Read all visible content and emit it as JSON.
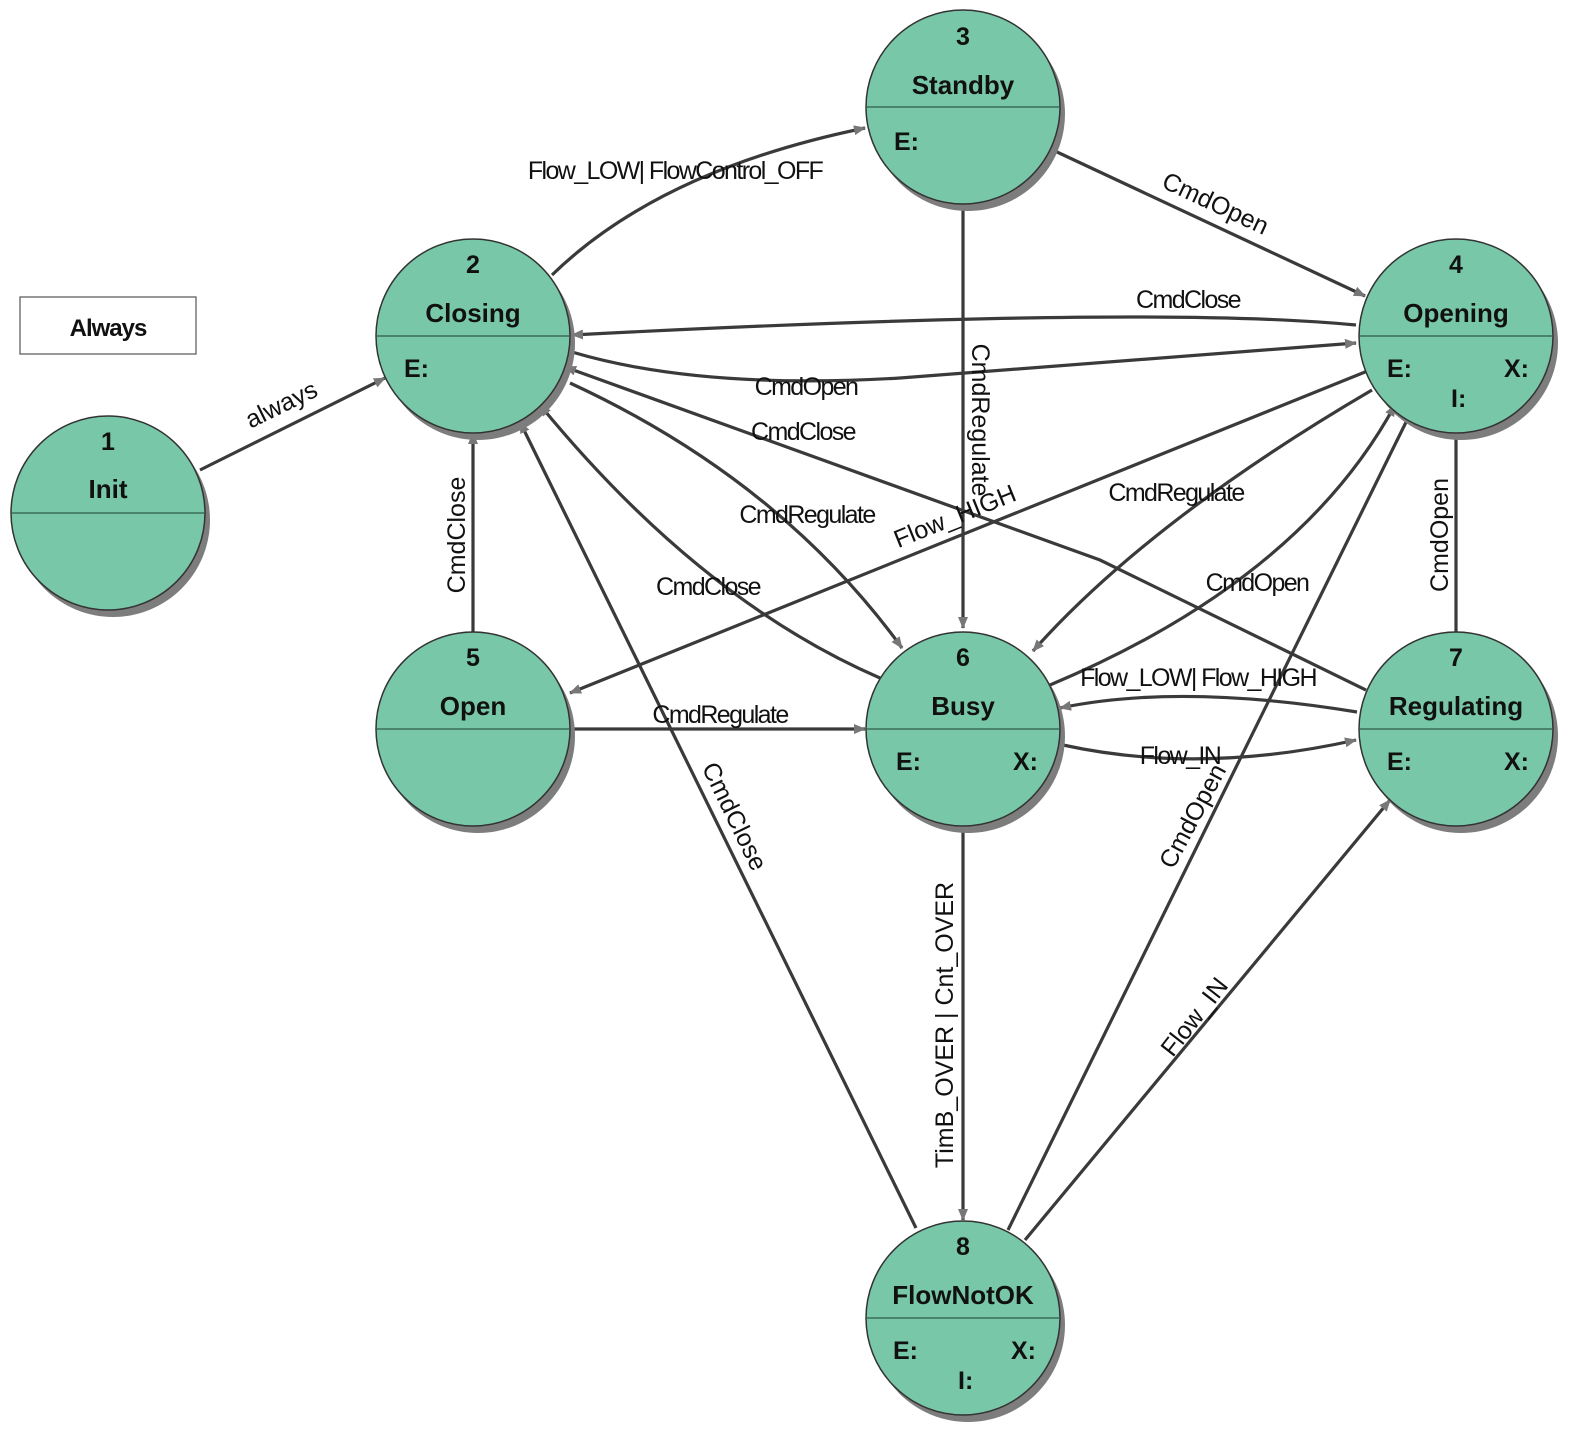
{
  "always_box": {
    "label": "Always"
  },
  "states": [
    {
      "id": "init",
      "number": "1",
      "name": "Init",
      "tags": []
    },
    {
      "id": "closing",
      "number": "2",
      "name": "Closing",
      "tags": [
        "E:"
      ]
    },
    {
      "id": "standby",
      "number": "3",
      "name": "Standby",
      "tags": [
        "E:"
      ]
    },
    {
      "id": "opening",
      "number": "4",
      "name": "Opening",
      "tags": [
        "E:",
        "X:",
        "I:"
      ]
    },
    {
      "id": "open",
      "number": "5",
      "name": "Open",
      "tags": []
    },
    {
      "id": "busy",
      "number": "6",
      "name": "Busy",
      "tags": [
        "E:",
        "X:"
      ]
    },
    {
      "id": "regulating",
      "number": "7",
      "name": "Regulating",
      "tags": [
        "E:",
        "X:"
      ]
    },
    {
      "id": "flownotok",
      "number": "8",
      "name": "FlowNotOK",
      "tags": [
        "E:",
        "X:",
        "I:"
      ]
    }
  ],
  "transitions": [
    {
      "id": "t1",
      "from": "init",
      "to": "closing",
      "label": "always"
    },
    {
      "id": "t2",
      "from": "closing",
      "to": "standby",
      "label": "Flow_LOW| FlowControl_OFF"
    },
    {
      "id": "t3",
      "from": "standby",
      "to": "opening",
      "label": "CmdOpen"
    },
    {
      "id": "t4",
      "from": "opening",
      "to": "closing",
      "label": "CmdClose"
    },
    {
      "id": "t5",
      "from": "closing",
      "to": "opening",
      "label": "CmdOpen"
    },
    {
      "id": "t6",
      "from": "standby",
      "to": "busy",
      "label": "CmdRegulate"
    },
    {
      "id": "t7",
      "from": "regulating",
      "to": "closing",
      "label": "CmdClose"
    },
    {
      "id": "t8",
      "from": "closing",
      "to": "busy",
      "label": "CmdRegulate"
    },
    {
      "id": "t9",
      "from": "opening",
      "to": "open",
      "label": "Flow_HIGH"
    },
    {
      "id": "t10",
      "from": "opening",
      "to": "busy",
      "label": "CmdRegulate"
    },
    {
      "id": "t11",
      "from": "busy",
      "to": "closing",
      "label": "CmdClose"
    },
    {
      "id": "t12",
      "from": "busy",
      "to": "opening",
      "label": "CmdOpen"
    },
    {
      "id": "t13",
      "from": "regulating",
      "to": "opening",
      "label": "CmdOpen"
    },
    {
      "id": "t14",
      "from": "open",
      "to": "closing",
      "label": "CmdClose"
    },
    {
      "id": "t15",
      "from": "regulating",
      "to": "busy",
      "label": "Flow_LOW| Flow_HIGH"
    },
    {
      "id": "t16",
      "from": "open",
      "to": "busy",
      "label": "CmdRegulate"
    },
    {
      "id": "t17",
      "from": "busy",
      "to": "regulating",
      "label": "Flow_IN"
    },
    {
      "id": "t18",
      "from": "flownotok",
      "to": "closing",
      "label": "CmdClose"
    },
    {
      "id": "t19",
      "from": "busy",
      "to": "flownotok",
      "label": "TimB_OVER | Cnt_OVER"
    },
    {
      "id": "t20",
      "from": "flownotok",
      "to": "opening",
      "label": "CmdOpen"
    },
    {
      "id": "t21",
      "from": "flownotok",
      "to": "regulating",
      "label": "Flow_IN"
    }
  ]
}
